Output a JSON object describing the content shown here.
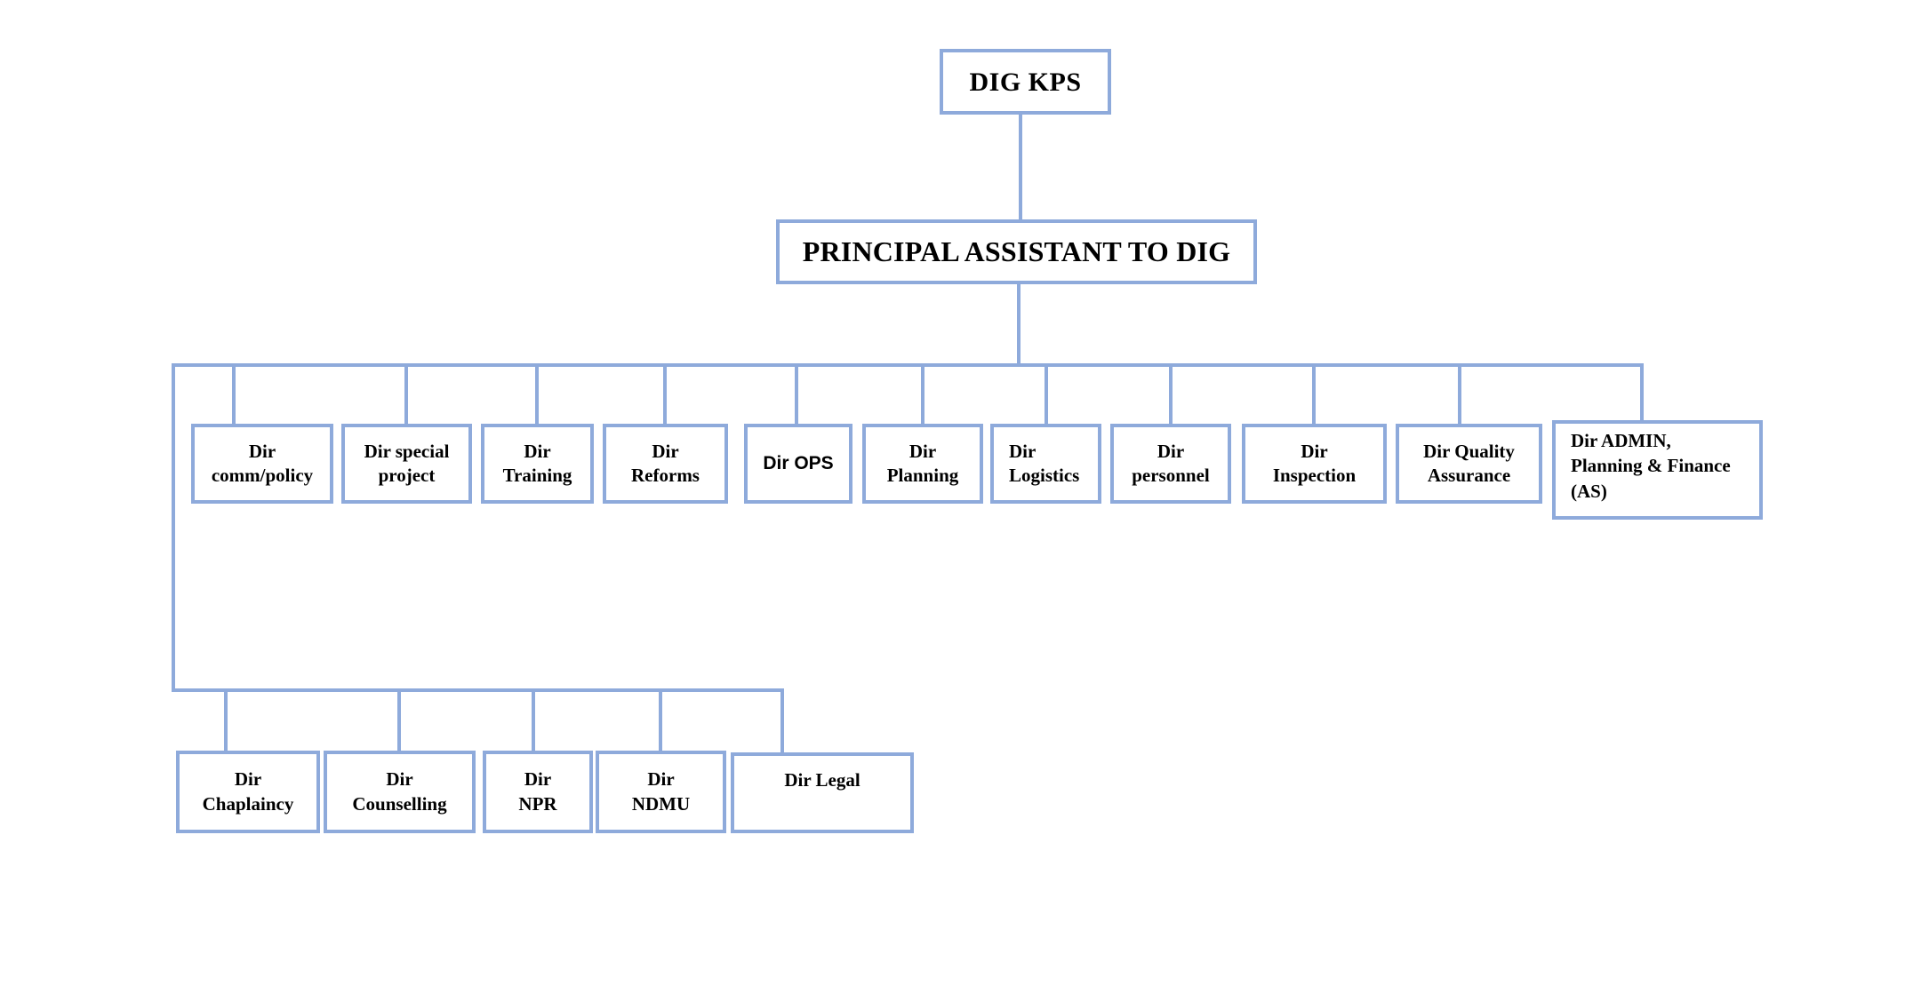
{
  "theme": {
    "line_color": "#8EAADB",
    "text_color": "#000000",
    "background_color": "#FFFFFF"
  },
  "org": {
    "root": {
      "label": "DIG KPS"
    },
    "assistant": {
      "label": "PRINCIPAL ASSISTANT TO DIG"
    },
    "row1": [
      {
        "lines": [
          "Dir",
          "comm/policy"
        ]
      },
      {
        "lines": [
          "Dir special",
          "project"
        ]
      },
      {
        "lines": [
          "Dir",
          "Training"
        ]
      },
      {
        "lines": [
          "Dir",
          "Reforms"
        ]
      },
      {
        "lines": [
          "Dir OPS"
        ]
      },
      {
        "lines": [
          "Dir",
          "Planning"
        ]
      },
      {
        "lines": [
          "Dir",
          "Logistics"
        ]
      },
      {
        "lines": [
          "Dir",
          "personnel"
        ]
      },
      {
        "lines": [
          "Dir",
          "Inspection"
        ]
      },
      {
        "lines": [
          "Dir Quality",
          "Assurance"
        ]
      },
      {
        "lines": [
          "Dir ADMIN,",
          "Planning & Finance",
          "(AS)"
        ]
      }
    ],
    "row2": [
      {
        "lines": [
          "Dir",
          "Chaplaincy"
        ]
      },
      {
        "lines": [
          "Dir",
          "Counselling"
        ]
      },
      {
        "lines": [
          "Dir",
          "NPR"
        ]
      },
      {
        "lines": [
          "Dir",
          "NDMU"
        ]
      },
      {
        "lines": [
          "Dir Legal"
        ]
      }
    ]
  }
}
